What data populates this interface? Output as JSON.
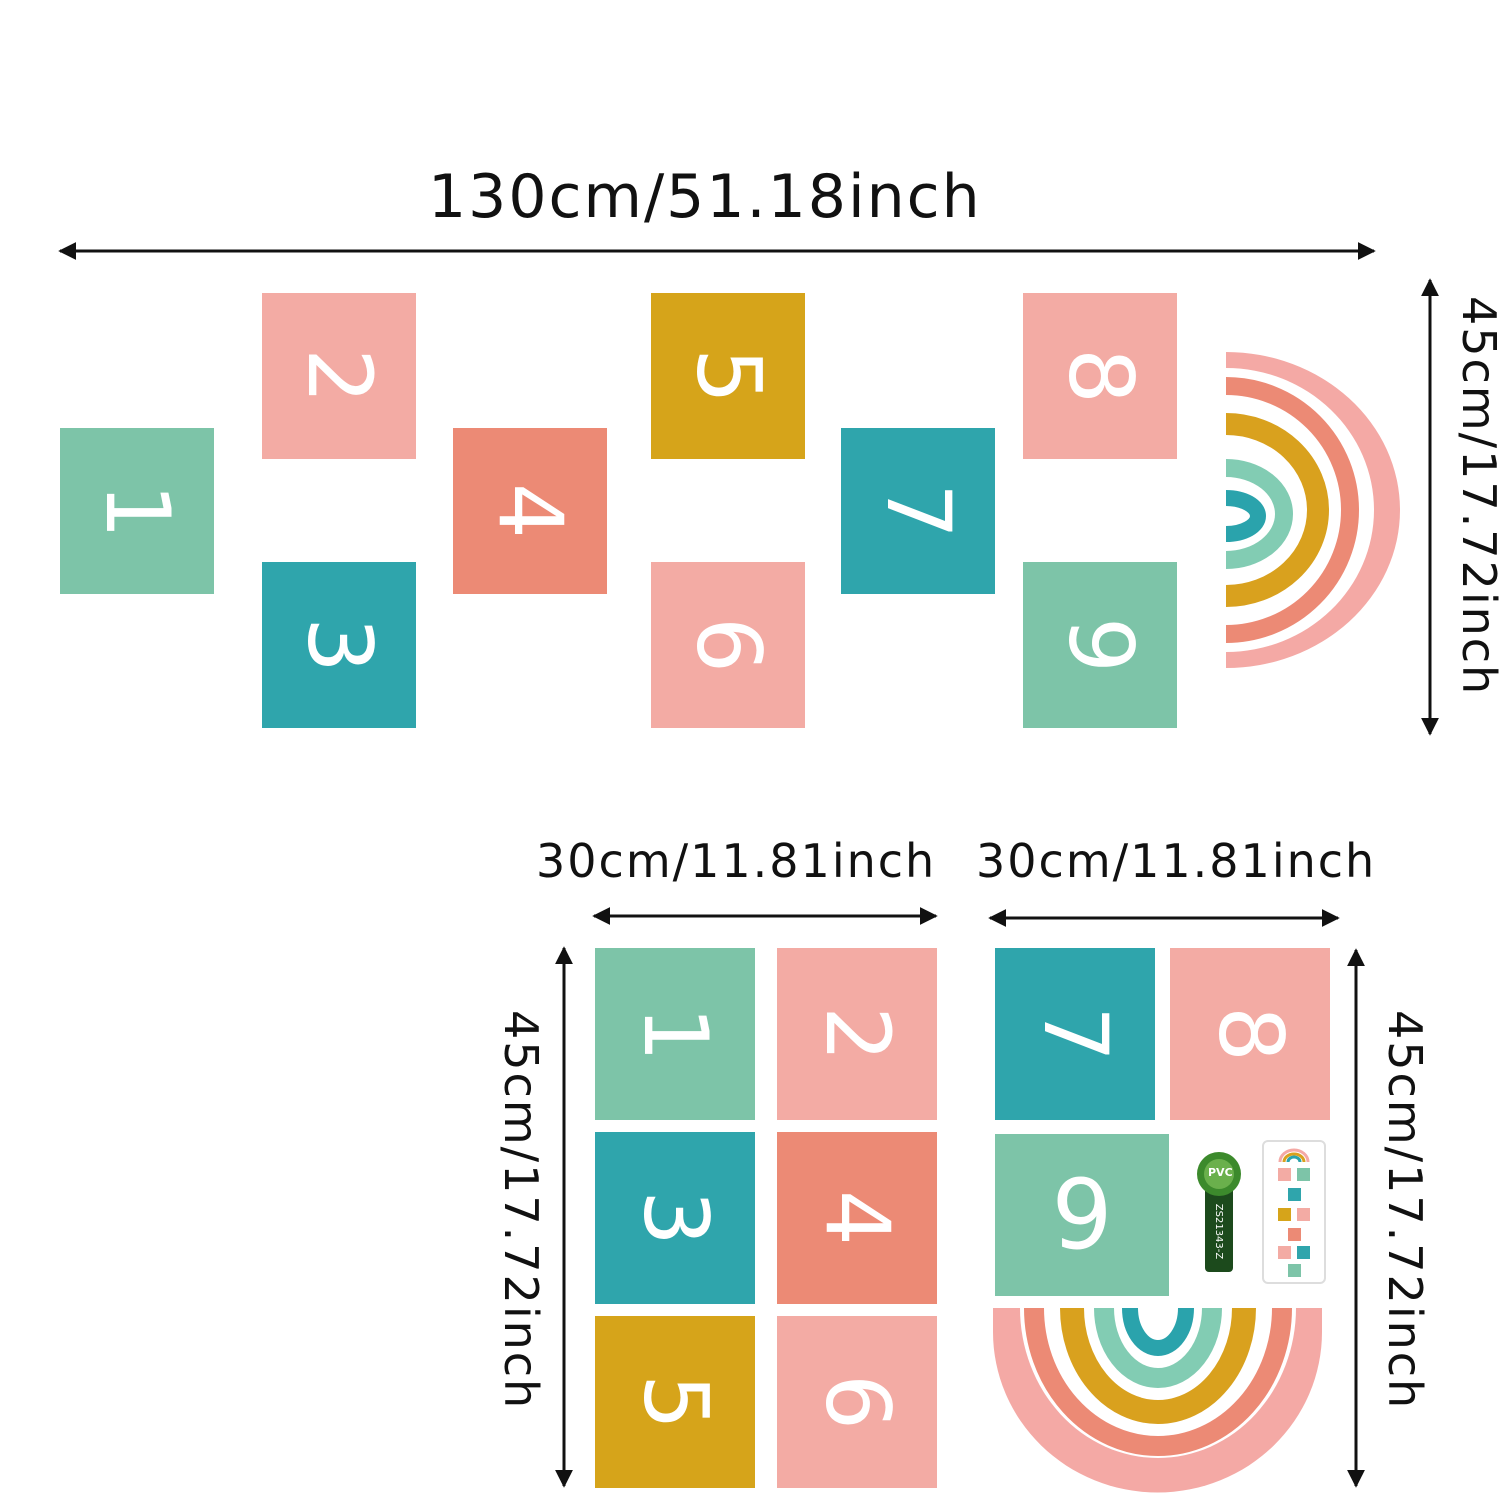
{
  "dimensions": {
    "total_width": "130cm/51.18inch",
    "total_height": "45cm/17.72inch",
    "sheet1_width": "30cm/11.81inch",
    "sheet2_width": "30cm/11.81inch",
    "sheet1_height": "45cm/17.72inch",
    "sheet2_height": "45cm/17.72inch"
  },
  "colors": {
    "mint": "#7DC4A8",
    "pink": "#F3ABA4",
    "teal": "#2FA5AC",
    "coral": "#EC8A75",
    "mustard": "#D6A41A",
    "rainbow_outer": "#F4A9A5",
    "rainbow_coral": "#EC8A75",
    "rainbow_mustard": "#D9A11E",
    "rainbow_mint": "#82CCB3",
    "rainbow_teal": "#2AA3AC"
  },
  "top_tiles": [
    "1",
    "2",
    "3",
    "4",
    "5",
    "6",
    "7",
    "8",
    "9"
  ],
  "sheet1_tiles": [
    "1",
    "2",
    "3",
    "4",
    "5",
    "6"
  ],
  "sheet2_tiles": [
    "7",
    "8",
    "9"
  ],
  "badge_text": "PVC",
  "badge_code": "ZS21343-Z",
  "icons": [
    "rainbow-icon",
    "certification-badge-icon",
    "hopscotch-preview-icon",
    "arrow-icon"
  ]
}
